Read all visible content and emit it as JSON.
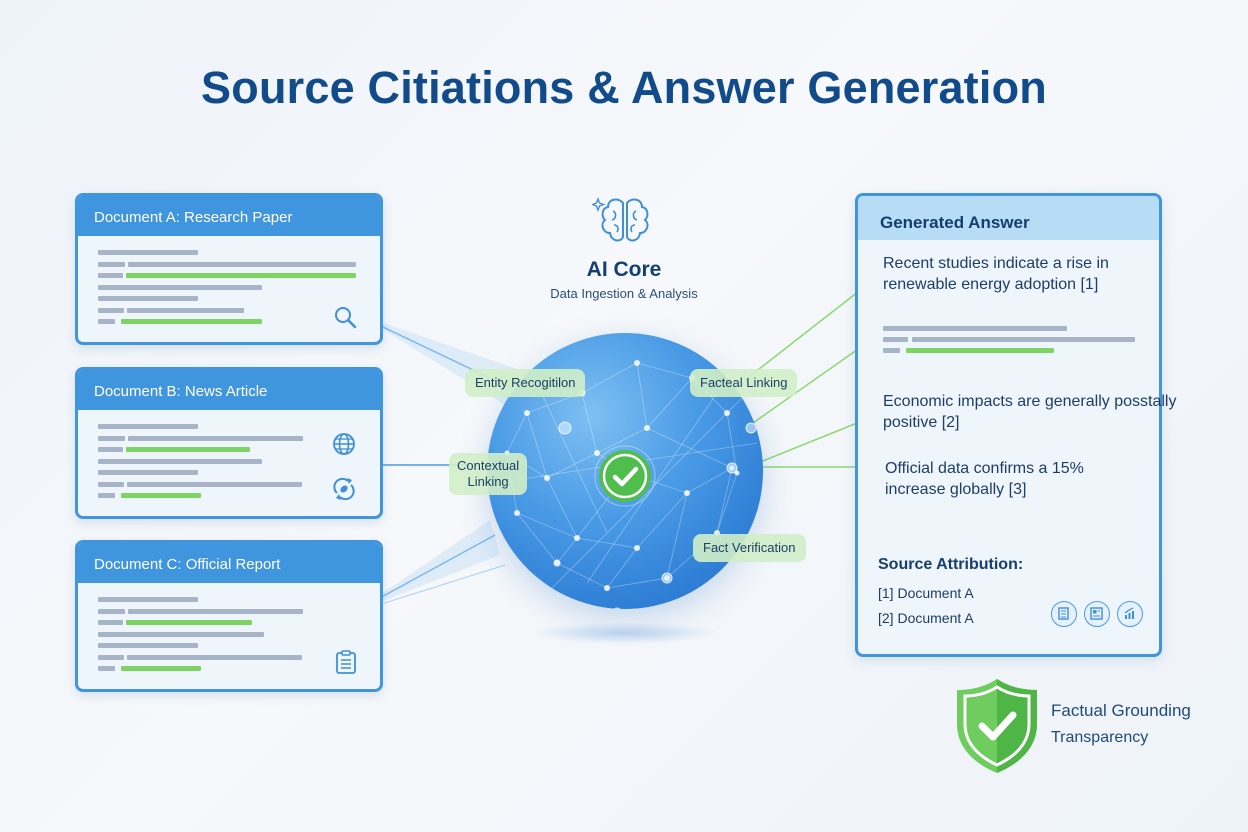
{
  "title": "Source Citiations & Answer Generation",
  "documents": [
    {
      "label": "Document A: Research Paper",
      "icon": "search-icon"
    },
    {
      "label": "Document B: News Article",
      "icon": "globe-icon",
      "icon2": "refresh-link-icon"
    },
    {
      "label": "Document C: Official Report",
      "icon": "clipboard-icon"
    }
  ],
  "ai_core": {
    "icon": "brain-icon",
    "title": "AI Core",
    "subtitle": "Data Ingestion & Analysis",
    "center_icon": "check-circle-icon"
  },
  "process_tags": {
    "entity": "Entity Recogitilon",
    "factual": "Facteal Linking",
    "contextual_line1": "Contextual",
    "contextual_line2": "Linking",
    "verification": "Fact Verification"
  },
  "answer": {
    "header": "Generated Answer",
    "statements": [
      {
        "line1": "Recent studies indicate a rise in",
        "line2": "renewable energy adoption [1]"
      },
      {
        "line1": "Economic impacts are generally posstally",
        "line2": "positive [2]"
      },
      {
        "line1": "Official data confirms a 15%",
        "line2": "increase globally [3]"
      }
    ],
    "source_title": "Source Attribution:",
    "sources": [
      "[1] Document A",
      "[2] Document A"
    ],
    "source_icons": [
      "document-scroll-icon",
      "newspaper-icon",
      "bar-chart-icon"
    ]
  },
  "badge": {
    "icon": "shield-check-icon",
    "line1": "Factual Grounding",
    "line2": "Transparency"
  },
  "colors": {
    "primary_blue": "#3f95de",
    "title_navy": "#124b8a",
    "highlight_green": "#7ed462",
    "placeholder_gray": "#a7b4c8",
    "shield_green": "#5cbf55"
  }
}
